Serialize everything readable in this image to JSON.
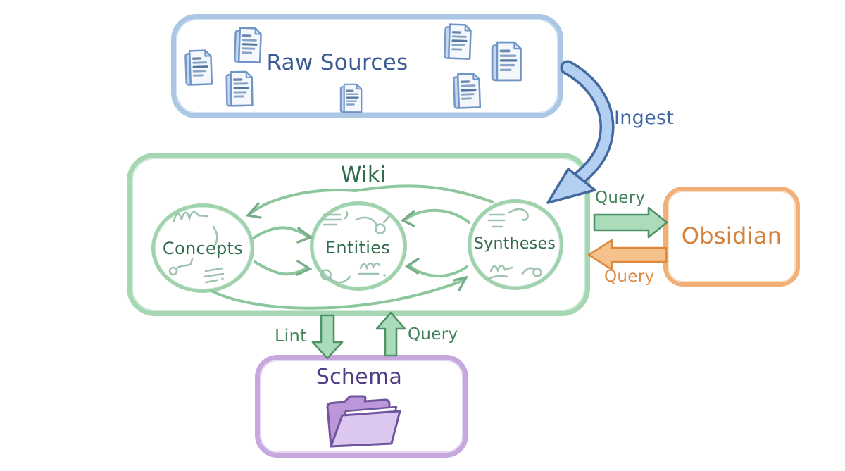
{
  "diagram": {
    "background": "#ffffff",
    "nodes": {
      "raw_sources": {
        "label": "Raw Sources",
        "accent": "#aac7e6",
        "text_color": "#3a5b94",
        "document_icon_count": 7
      },
      "wiki": {
        "label": "Wiki",
        "accent": "#a5d8b2",
        "text_color": "#2f6b4c",
        "circles": [
          {
            "label": "Concepts"
          },
          {
            "label": "Entities"
          },
          {
            "label": "Syntheses"
          }
        ]
      },
      "obsidian": {
        "label": "Obsidian",
        "accent": "#f2b078",
        "text_color": "#d4813c"
      },
      "schema": {
        "label": "Schema",
        "accent": "#c7a8de",
        "text_color": "#4f3d85"
      }
    },
    "edges": {
      "ingest": {
        "label": "Ingest",
        "color": "#44699f",
        "fill": "#b3d0f2"
      },
      "wiki_to_obsidian": {
        "label": "Query",
        "color": "#4f9168",
        "fill": "#abdcba"
      },
      "obsidian_to_wiki": {
        "label": "Query",
        "color": "#de883e",
        "fill": "#f6c28c"
      },
      "wiki_to_schema": {
        "label": "Lint",
        "color": "#4f9168",
        "fill": "#abdcba"
      },
      "schema_to_wiki": {
        "label": "Query",
        "color": "#4f9168",
        "fill": "#abdcba"
      }
    },
    "icons": {
      "document": "document-icon",
      "folder": "folder-icon"
    }
  }
}
